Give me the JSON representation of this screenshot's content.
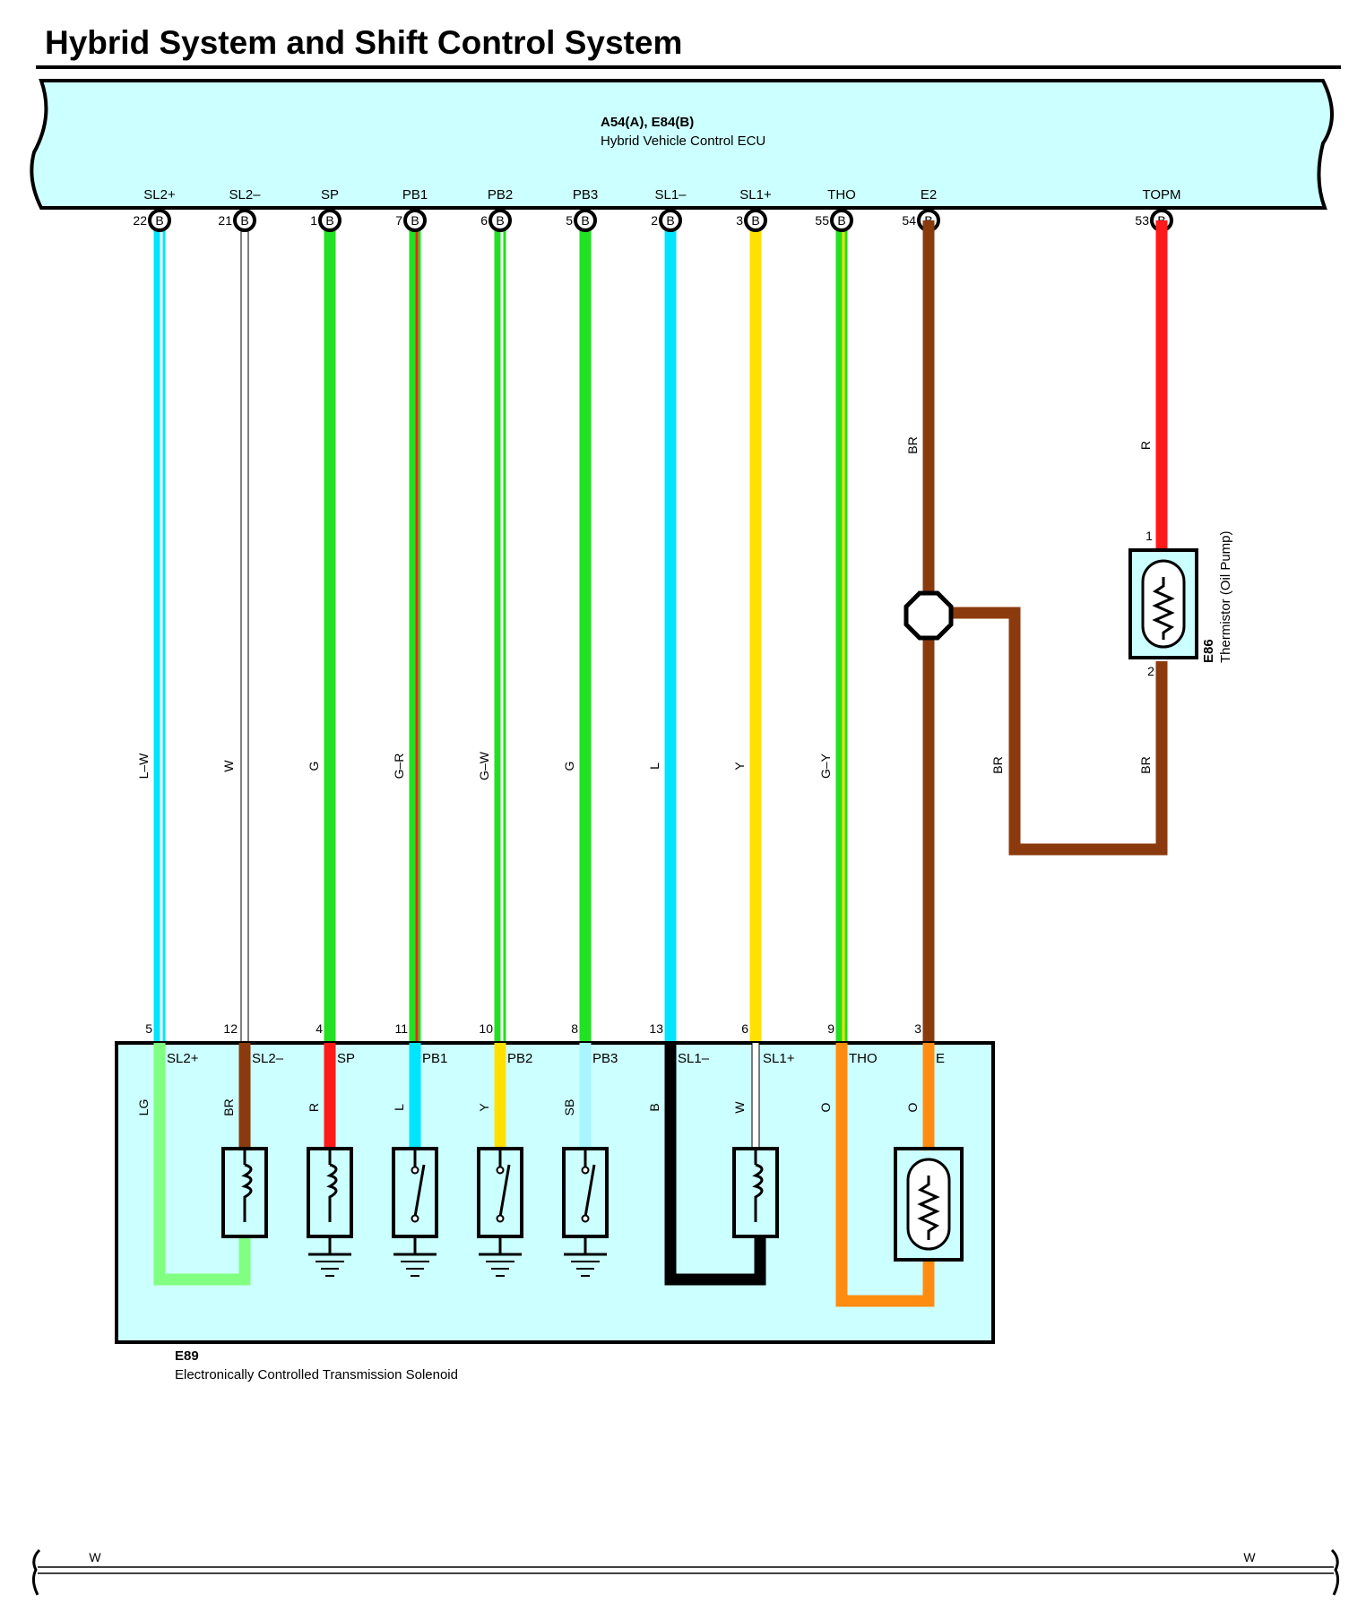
{
  "page": {
    "title": "Hybrid System and Shift Control System"
  },
  "ecu": {
    "code": "A54(A), E84(B)",
    "name": "Hybrid Vehicle Control ECU",
    "connector_letter": "B",
    "terminals": [
      {
        "label": "SL2+",
        "pin": "22"
      },
      {
        "label": "SL2–",
        "pin": "21"
      },
      {
        "label": "SP",
        "pin": "1"
      },
      {
        "label": "PB1",
        "pin": "7"
      },
      {
        "label": "PB2",
        "pin": "6"
      },
      {
        "label": "PB3",
        "pin": "5"
      },
      {
        "label": "SL1–",
        "pin": "2"
      },
      {
        "label": "SL1+",
        "pin": "3"
      },
      {
        "label": "THO",
        "pin": "55"
      },
      {
        "label": "E2",
        "pin": "54"
      },
      {
        "label": "TOPM",
        "pin": "53"
      }
    ]
  },
  "wires": [
    {
      "color_code": "L–W",
      "base": "#00e5ff",
      "stripe": "#ffffff"
    },
    {
      "color_code": "W",
      "base": "#ffffff",
      "stripe": null
    },
    {
      "color_code": "G",
      "base": "#22e022",
      "stripe": null
    },
    {
      "color_code": "G–R",
      "base": "#22e022",
      "stripe": "#ff2020"
    },
    {
      "color_code": "G–W",
      "base": "#22e022",
      "stripe": "#ffffff"
    },
    {
      "color_code": "G",
      "base": "#22e022",
      "stripe": null
    },
    {
      "color_code": "L",
      "base": "#00e5ff",
      "stripe": null
    },
    {
      "color_code": "Y",
      "base": "#ffe000",
      "stripe": null
    },
    {
      "color_code": "G–Y",
      "base": "#22e022",
      "stripe": "#ffe000"
    },
    {
      "color_code": "BR",
      "base": "#8b3a0e",
      "stripe": null
    },
    {
      "color_code": "R",
      "base": "#ff1a1a",
      "stripe": null
    }
  ],
  "ground_branch": {
    "upper_label": "BR",
    "branch_label": "BR",
    "return_label": "BR"
  },
  "thermistor": {
    "code": "E86",
    "name": "Thermistor (Oil Pump)",
    "pin_top": "1",
    "pin_bottom": "2"
  },
  "solenoid": {
    "code": "E89",
    "name": "Electronically Controlled Transmission Solenoid",
    "terminals": [
      {
        "pin": "5",
        "label": "SL2+",
        "internal_wire": "LG"
      },
      {
        "pin": "12",
        "label": "SL2–",
        "internal_wire": "BR"
      },
      {
        "pin": "4",
        "label": "SP",
        "internal_wire": "R"
      },
      {
        "pin": "11",
        "label": "PB1",
        "internal_wire": "L"
      },
      {
        "pin": "10",
        "label": "PB2",
        "internal_wire": "Y"
      },
      {
        "pin": "8",
        "label": "PB3",
        "internal_wire": "SB"
      },
      {
        "pin": "13",
        "label": "SL1–",
        "internal_wire": "B"
      },
      {
        "pin": "6",
        "label": "SL1+",
        "internal_wire": "W"
      },
      {
        "pin": "9",
        "label": "THO",
        "internal_wire": "O"
      },
      {
        "pin": "3",
        "label": "E",
        "internal_wire": "O"
      }
    ]
  },
  "bottom_bus": {
    "left_label": "W",
    "right_label": "W"
  },
  "colors": {
    "panel_fill": "#ccffff",
    "outline": "#000000",
    "light_green": "#80ff80",
    "brown": "#8b3a0e",
    "red": "#ff1a1a",
    "cyan": "#00e5ff",
    "yellow": "#ffe000",
    "sky_blue": "#a8f4ff",
    "black": "#000000",
    "white": "#ffffff",
    "orange": "#ff8c10"
  }
}
